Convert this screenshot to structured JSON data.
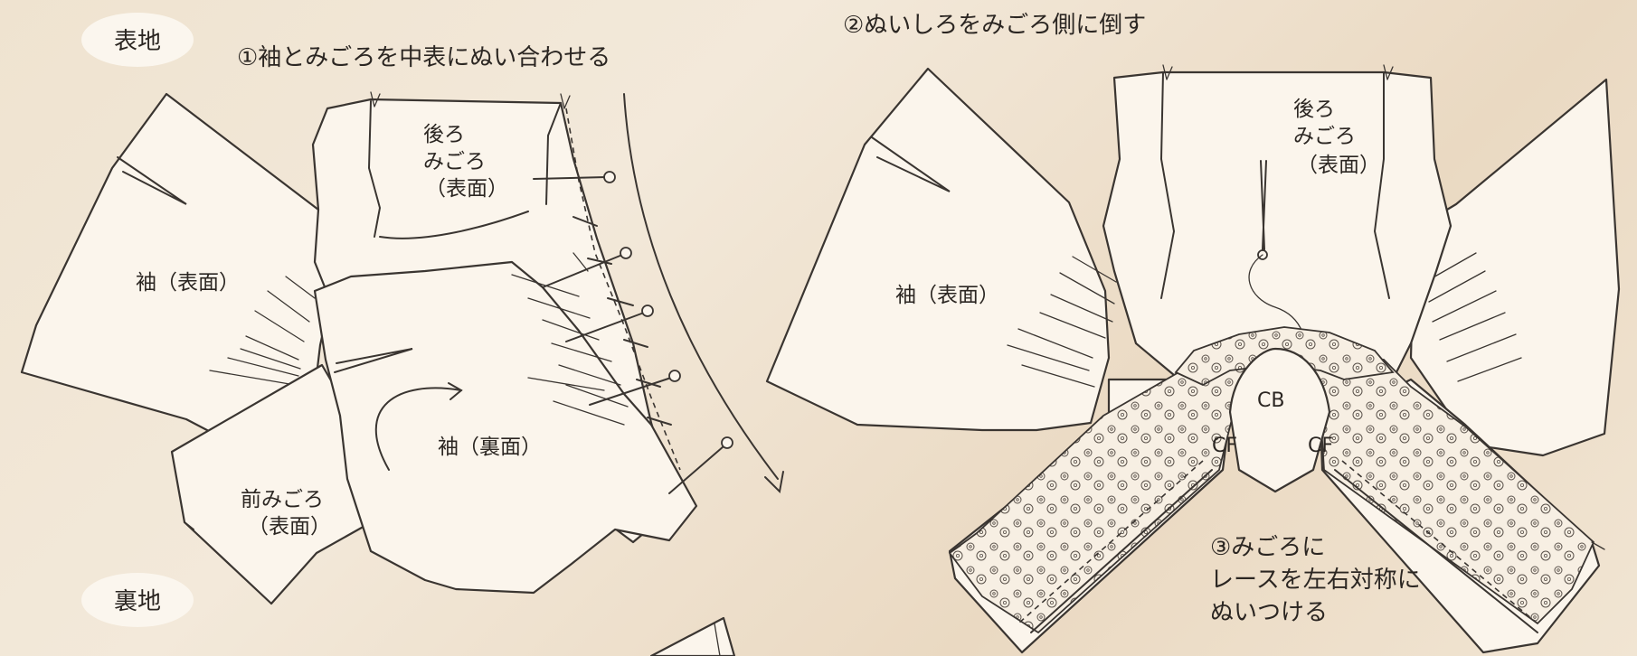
{
  "labels": {
    "face_fabric": "表地",
    "lining_fabric": "裏地",
    "step1": "①袖とみごろを中表にぬい合わせる",
    "step2": "②ぬいしろをみごろ側に倒す",
    "step3_line1": "③みごろに",
    "step3_line2": "レースを左右対称に",
    "step3_line3": "ぬいつける"
  },
  "left_figure": {
    "back_bodice": [
      "後ろ",
      "みごろ",
      "（表面）"
    ],
    "sleeve_right_side": "袖（表面）",
    "sleeve_wrong_side": "袖（裏面）",
    "front_bodice": [
      "前みごろ",
      "（表面）"
    ]
  },
  "right_figure": {
    "back_bodice": [
      "後ろ",
      "みごろ",
      "（表面）"
    ],
    "sleeve_right_side": "袖（表面）",
    "center_back": "CB",
    "center_front_left": "CF",
    "center_front_right": "CF"
  },
  "colors": {
    "background": "#efe3d0",
    "paper": "#fbf5ec",
    "ink": "#3a3531"
  }
}
